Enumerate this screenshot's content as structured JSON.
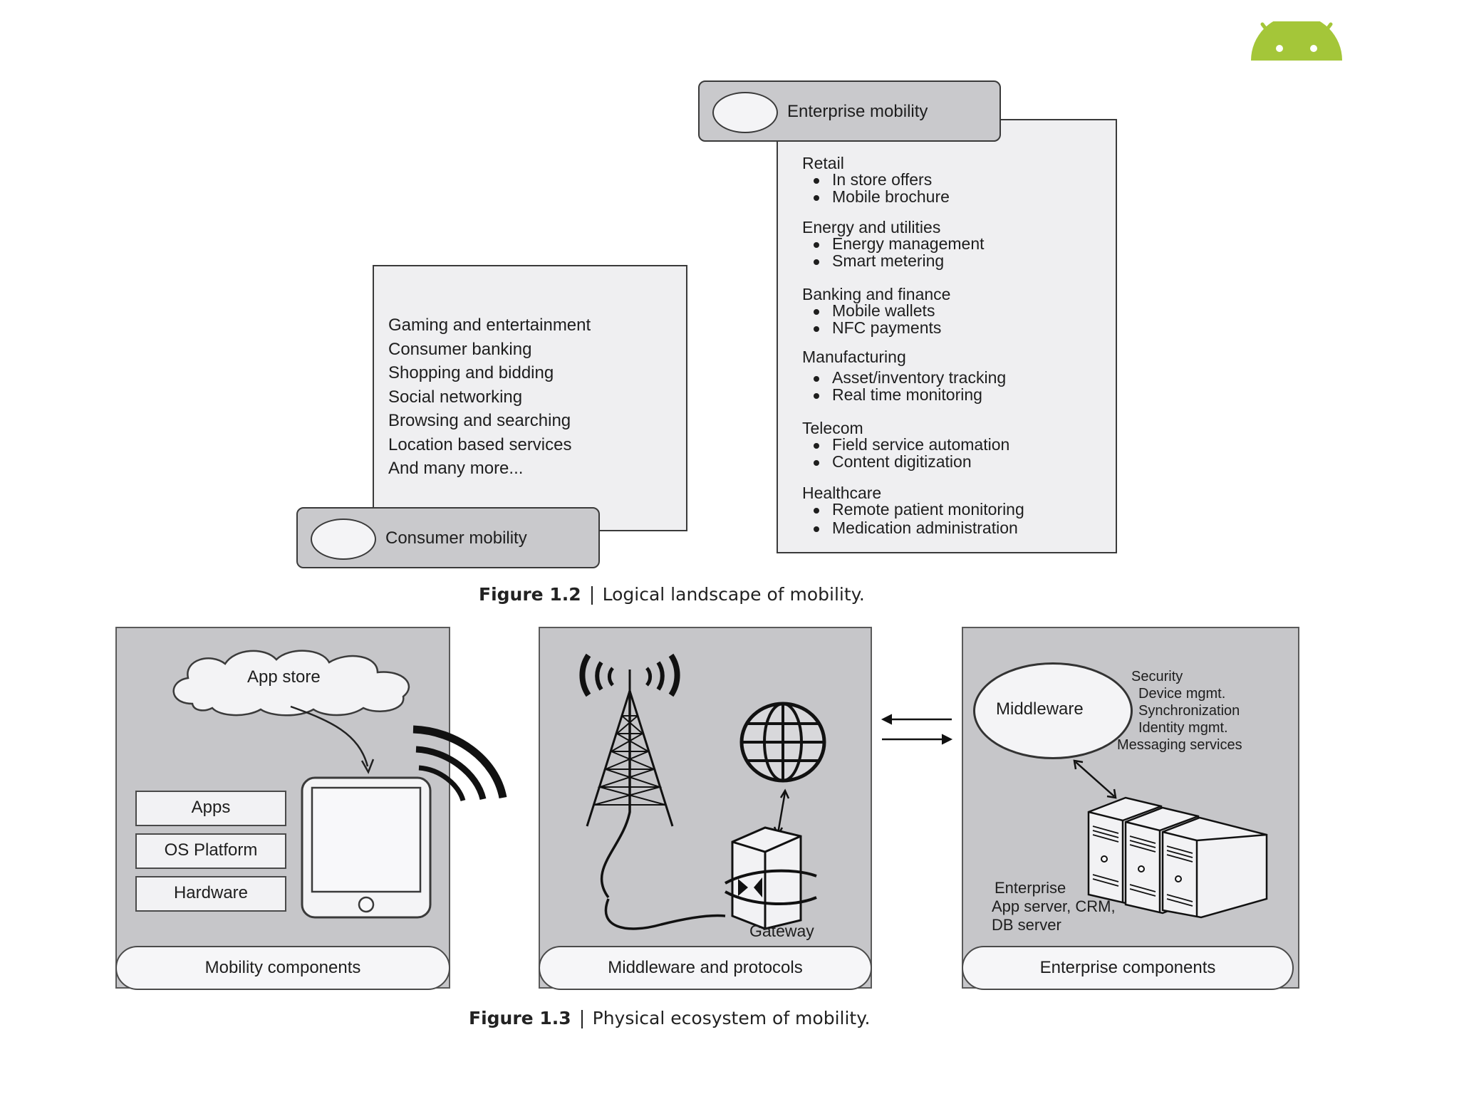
{
  "logo": {
    "name": "android-logo-icon",
    "color": "#a4c639"
  },
  "figure12": {
    "enterprise": {
      "title": "Enterprise mobility",
      "sections": [
        {
          "heading": "Retail",
          "items": [
            "In store offers",
            "Mobile brochure"
          ]
        },
        {
          "heading": "Energy and utilities",
          "items": [
            "Energy management",
            "Smart metering"
          ]
        },
        {
          "heading": "Banking and finance",
          "items": [
            "Mobile wallets",
            "NFC payments"
          ]
        },
        {
          "heading": "Manufacturing",
          "items": [
            "Asset/inventory tracking",
            "Real time monitoring"
          ]
        },
        {
          "heading": "Telecom",
          "items": [
            "Field service automation",
            "Content digitization"
          ]
        },
        {
          "heading": "Healthcare",
          "items": [
            "Remote patient monitoring",
            "Medication administration"
          ]
        }
      ]
    },
    "consumer": {
      "title": "Consumer mobility",
      "items": [
        "Gaming and entertainment",
        "Consumer banking",
        "Shopping and bidding",
        "Social networking",
        "Browsing and searching",
        "Location based services",
        "And many more..."
      ]
    },
    "caption": {
      "number": "Figure 1.2",
      "text": "Logical landscape of mobility."
    }
  },
  "figure13": {
    "mobility": {
      "cloud": "App store",
      "stack": [
        "Apps",
        "OS Platform",
        "Hardware"
      ],
      "footer": "Mobility components"
    },
    "middleware": {
      "gateway": "Gateway",
      "footer": "Middleware and protocols"
    },
    "enterprise": {
      "middleware": "Middleware",
      "services": [
        "Security",
        "Device mgmt.",
        "Synchronization",
        "Identity mgmt.",
        "Messaging services"
      ],
      "servers": [
        "Enterprise",
        "App server, CRM,",
        "DB server"
      ],
      "footer": "Enterprise components"
    },
    "caption": {
      "number": "Figure 1.3",
      "text": "Physical ecosystem of mobility."
    }
  }
}
